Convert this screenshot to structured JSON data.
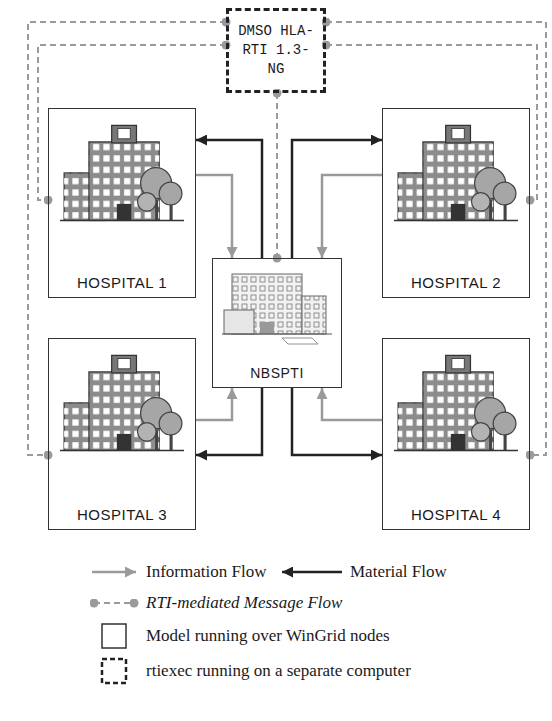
{
  "diagram": {
    "nodes": [
      {
        "text": [
          "DMSO HLA-RTI 1.3-NG"
        ]
      },
      {
        "text": [
          "HOSPITAL 1"
        ]
      },
      {
        "text": [
          "HOSPITAL 2"
        ]
      },
      {
        "text": [
          "NBSPTI"
        ]
      },
      {
        "text": [
          "HOSPITAL 3"
        ]
      },
      {
        "text": [
          "HOSPITAL 4"
        ]
      }
    ],
    "edges": [
      {
        "from": 1,
        "to": 3,
        "arrow": "to"
      },
      {
        "from": 3,
        "to": 1,
        "arrow": "to"
      },
      {
        "from": 2,
        "to": 3,
        "arrow": "to"
      },
      {
        "from": 3,
        "to": 2,
        "arrow": "to"
      },
      {
        "from": 4,
        "to": 3,
        "arrow": "to"
      },
      {
        "from": 3,
        "to": 4,
        "arrow": "to"
      },
      {
        "from": 5,
        "to": 3,
        "arrow": "to"
      },
      {
        "from": 3,
        "to": 5,
        "arrow": "to"
      },
      {
        "from": 0,
        "to": 1,
        "arrow": "none"
      },
      {
        "from": 0,
        "to": 2,
        "arrow": "none"
      },
      {
        "from": 0,
        "to": 3,
        "arrow": "none"
      },
      {
        "from": 0,
        "to": 4,
        "arrow": "none"
      },
      {
        "from": 0,
        "to": 5,
        "arrow": "none"
      }
    ],
    "legend": [
      {
        "text": "Information Flow"
      },
      {
        "text": "Material Flow"
      },
      {
        "text": "RTI-mediated Message Flow"
      },
      {
        "text": "Model running over WinGrid nodes"
      },
      {
        "text": "rtiexec running on a separate computer"
      }
    ]
  }
}
